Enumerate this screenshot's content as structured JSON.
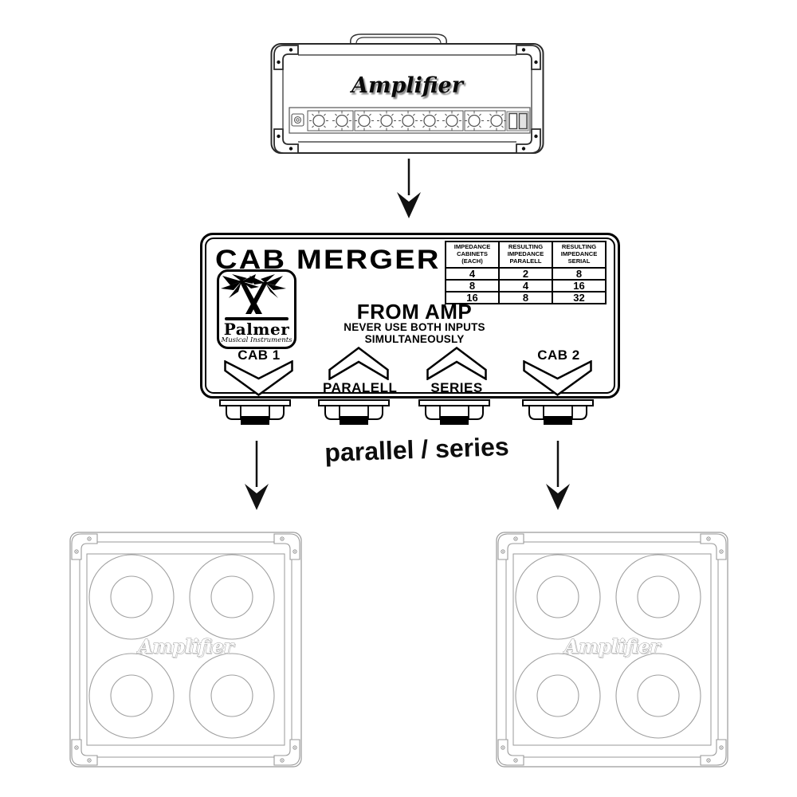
{
  "diagram": {
    "caption": "parallel / series"
  },
  "amp": {
    "label": "Amplifier"
  },
  "merger": {
    "title": "CAB MERGER",
    "logo": {
      "brand": "Palmer",
      "tagline": "Musical Instruments"
    },
    "table": {
      "headers": [
        "IMPEDANCE\nCABINETS\n(EACH)",
        "RESULTING\nIMPEDANCE\nPARALELL",
        "RESULTING\nIMPEDANCE\nSERIAL"
      ],
      "rows": [
        [
          "4",
          "2",
          "8"
        ],
        [
          "8",
          "4",
          "16"
        ],
        [
          "16",
          "8",
          "32"
        ]
      ]
    },
    "from_amp_label": "FROM AMP",
    "warning_line1": "NEVER USE BOTH INPUTS",
    "warning_line2": "SIMULTANEOUSLY",
    "cab1_label": "CAB 1",
    "cab2_label": "CAB 2",
    "parallel_label": "PARALELL",
    "series_label": "SERIES"
  },
  "cabinets": {
    "left_label": "Amplifier",
    "right_label": "Amplifier"
  },
  "colors": {
    "ink": "#000000",
    "amp_line": "#2a2a2a",
    "cabinet_line": "#9a9a9a"
  }
}
